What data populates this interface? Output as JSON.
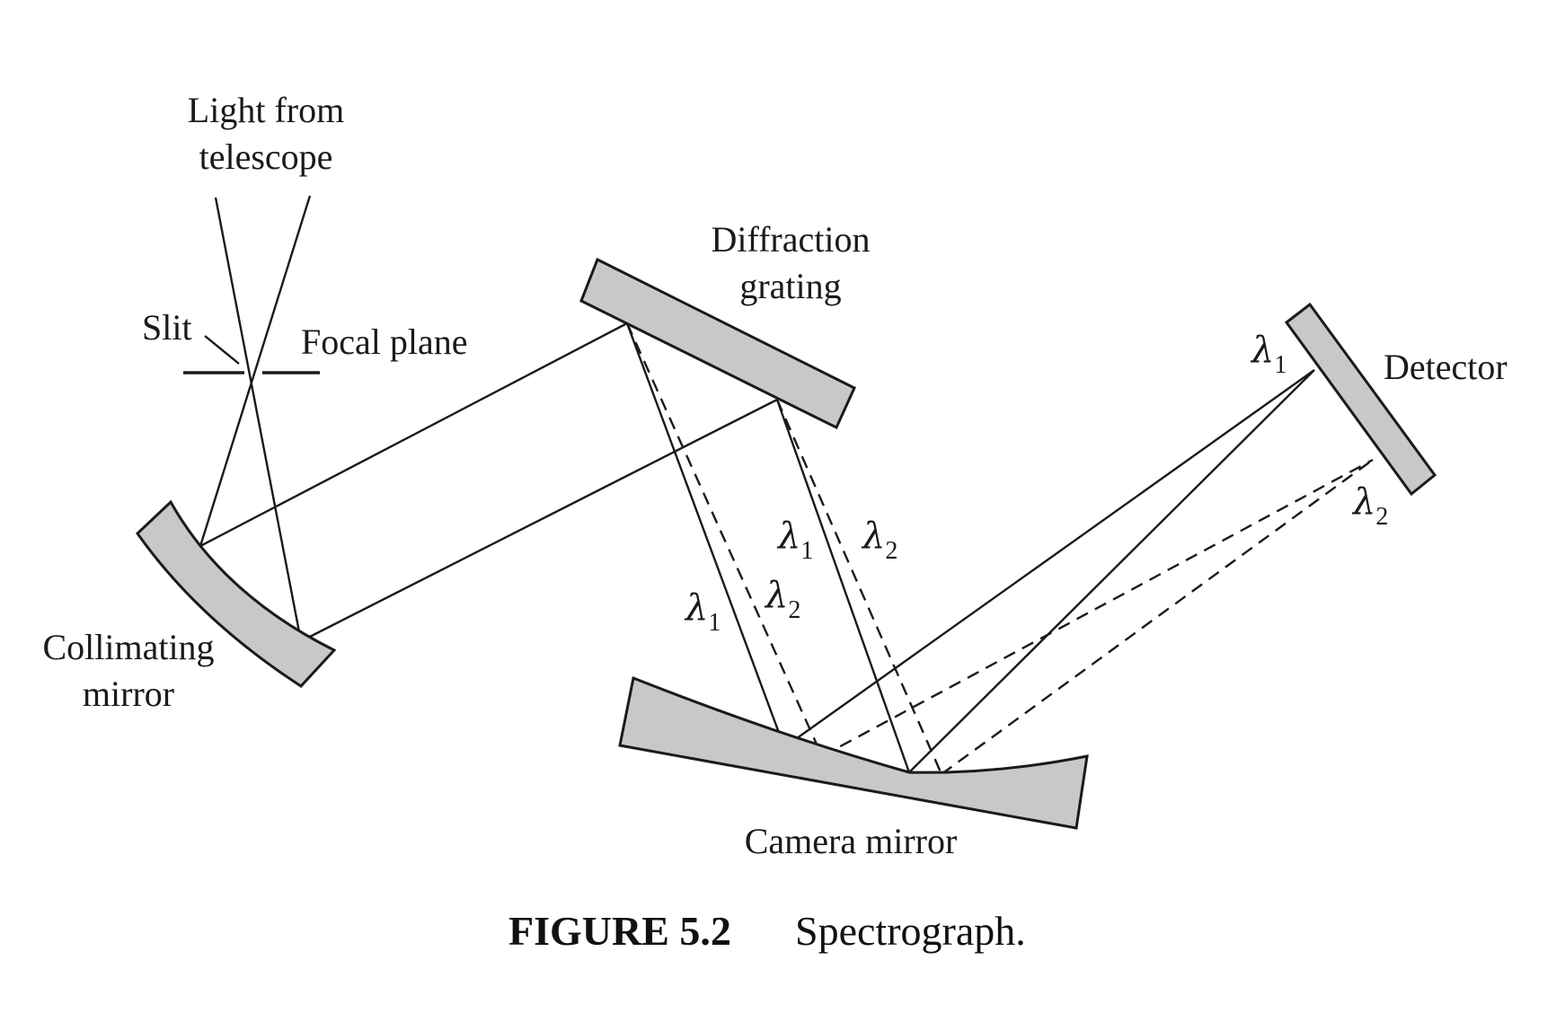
{
  "labels": {
    "light_source": [
      "Light from",
      "telescope"
    ],
    "slit": "Slit",
    "focal_plane": "Focal plane",
    "diffraction_grating": [
      "Diffraction",
      "grating"
    ],
    "detector": "Detector",
    "collimating_mirror": [
      "Collimating",
      "mirror"
    ],
    "camera_mirror": "Camera mirror"
  },
  "wavelengths": {
    "symbol": "λ",
    "sub_1": "1",
    "sub_2": "2"
  },
  "caption": {
    "number": "FIGURE 5.2",
    "text": "Spectrograph."
  }
}
